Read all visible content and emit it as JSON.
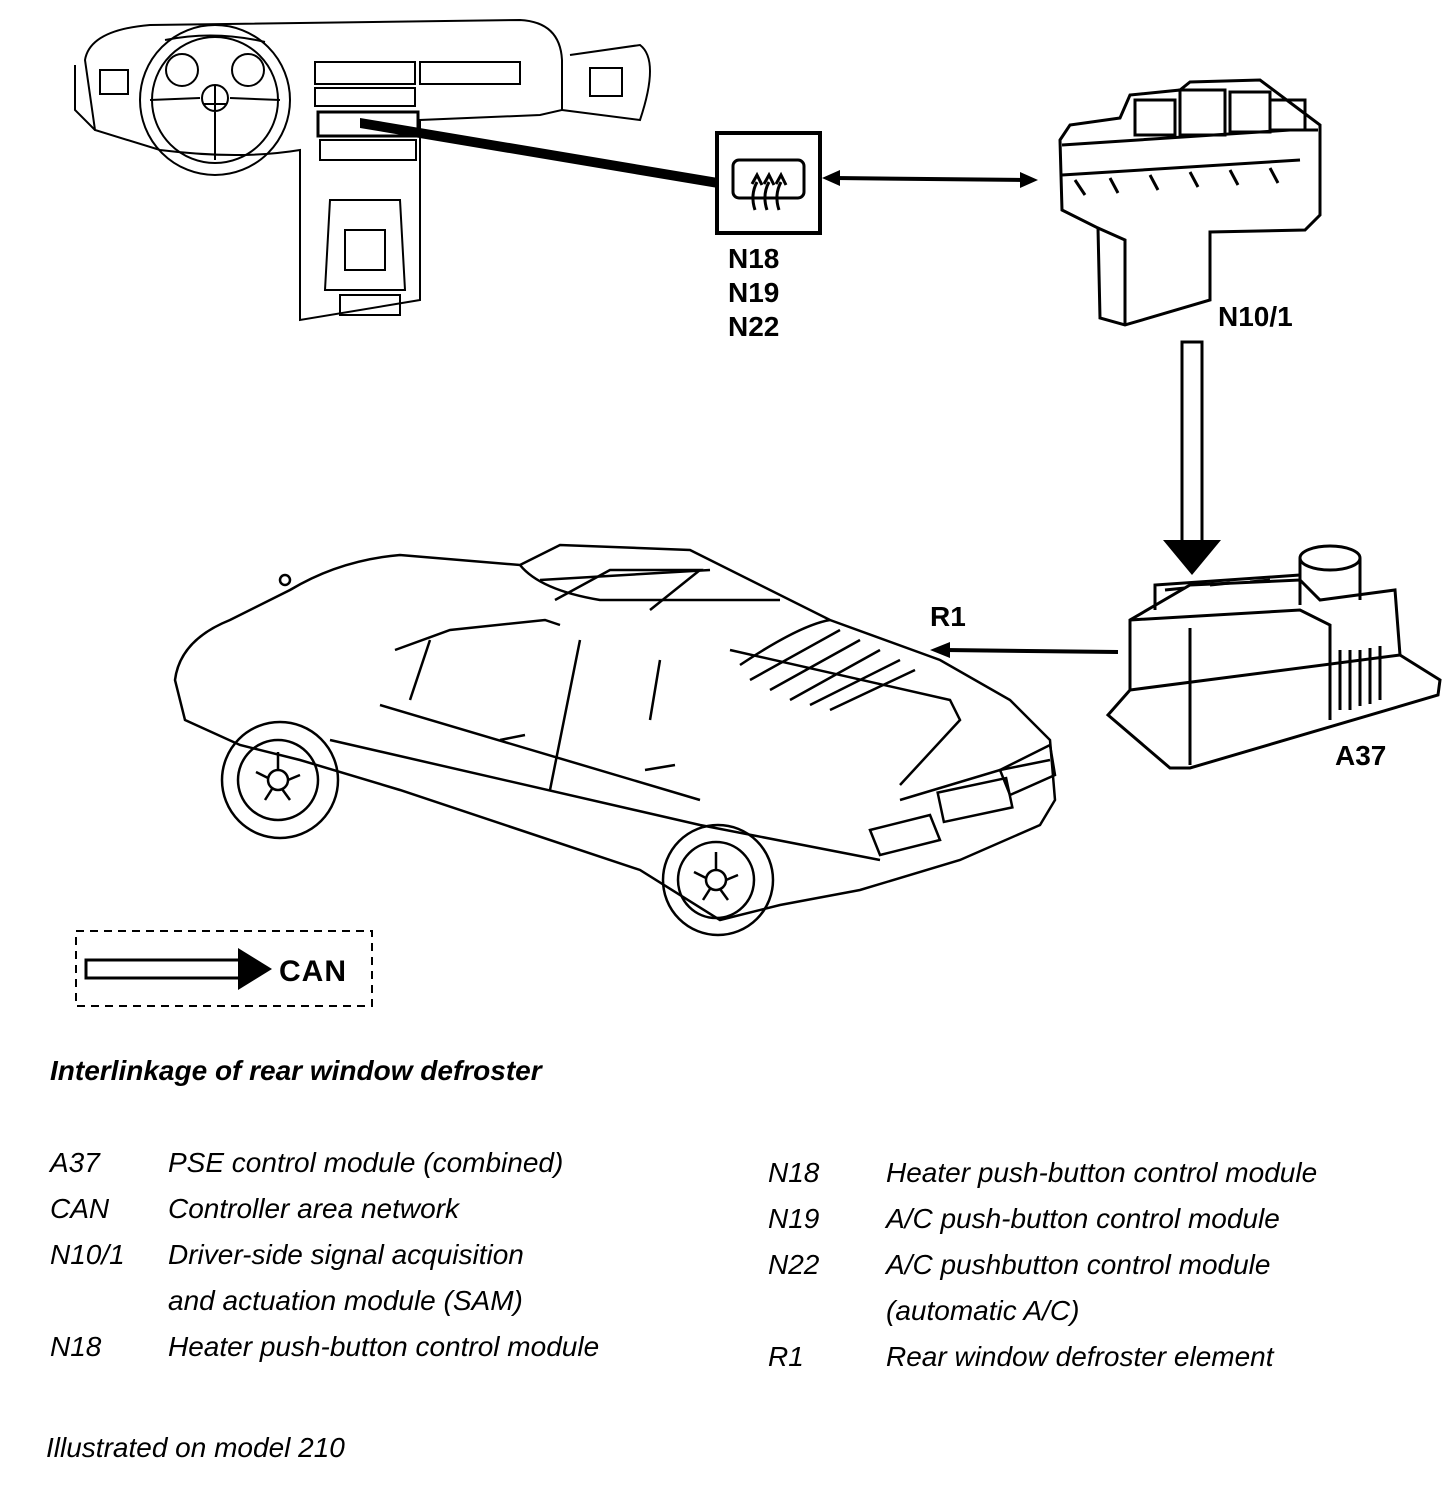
{
  "labels": {
    "switch_codes": [
      "N18",
      "N19",
      "N22"
    ],
    "sam": "N10/1",
    "r1": "R1",
    "a37": "A37",
    "can": "CAN"
  },
  "caption": "Interlinkage of rear window defroster",
  "legend_left": [
    {
      "code": "A37",
      "desc": "PSE control module (combined)"
    },
    {
      "code": "CAN",
      "desc": "Controller area network"
    },
    {
      "code": "N10/1",
      "desc": "Driver-side signal acquisition"
    },
    {
      "code": "",
      "desc": "and actuation module (SAM)"
    },
    {
      "code": "N18",
      "desc": "Heater push-button control module"
    }
  ],
  "legend_right": [
    {
      "code": "N18",
      "desc": "Heater push-button control module"
    },
    {
      "code": "N19",
      "desc": "A/C push-button control module"
    },
    {
      "code": "N22",
      "desc": "A/C pushbutton control module"
    },
    {
      "code": "",
      "desc": "(automatic A/C)"
    },
    {
      "code": "R1",
      "desc": "Rear window defroster element"
    }
  ],
  "footnote": "Illustrated on model 210"
}
